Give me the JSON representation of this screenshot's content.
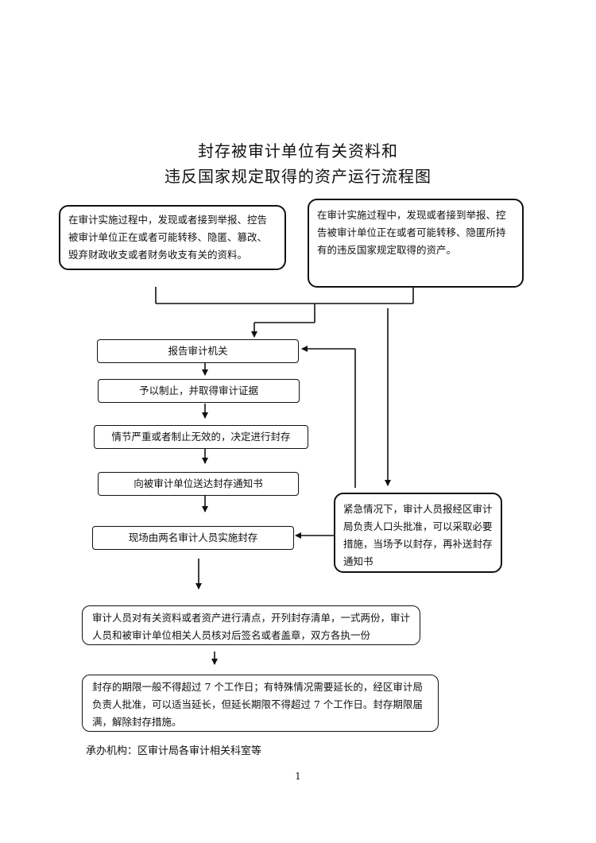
{
  "title": {
    "line1": "封存被审计单位有关资料和",
    "line2": "违反国家规定取得的资产运行流程图"
  },
  "boxes": {
    "left_top": "在审计实施过程中，发现或者接到举报、控告被审计单位正在或者可能转移、隐匿、篡改、毁弃财政收支或者财务收支有关的资料。",
    "right_top": "在审计实施过程中，发现或者接到举报、控告被审计单位正在或者可能转移、隐匿所持有的违反国家规定取得的资产。",
    "step1": "报告审计机关",
    "step2": "予以制止，并取得审计证据",
    "step3": "情节严重或者制止无效的，决定进行封存",
    "step4": "向被审计单位送达封存通知书",
    "step5": "现场由两名审计人员实施封存",
    "emergency": "紧急情况下，审计人员报经区审计局负责人口头批准，可以采取必要措施，当场予以封存，再补送封存通知书",
    "inventory": "审计人员对有关资料或者资产进行清点，开列封存清单，一式两份，审计人员和被审计单位相关人员核对后签名或者盖章，双方各执一份",
    "period": "封存的期限一般不得超过 7 个工作日；有特殊情况需要延长的，经区审计局负责人批准，可以适当延长，但延长期限不得超过 7 个工作日。封存期限届满，解除封存措施。"
  },
  "footer": {
    "agency": "承办机构：区审计局各审计相关科室等",
    "page_number": "1"
  }
}
